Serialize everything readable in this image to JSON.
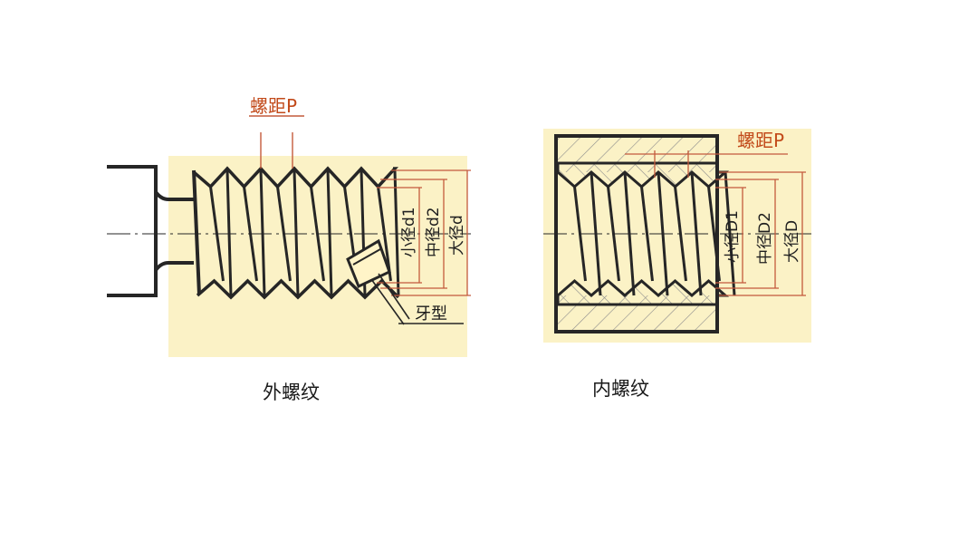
{
  "colors": {
    "background": "#ffffff",
    "panel": "#fbf2c6",
    "outline": "#262626",
    "callout_text": "#c24a1a",
    "dimension_line": "#c45a3c",
    "caption_text": "#1a1a1a",
    "hatch": "#8c8c8c"
  },
  "external_thread": {
    "pitch_label": "螺距P",
    "minor_diameter_label": "小径d1",
    "pitch_diameter_label": "中径d2",
    "major_diameter_label": "大径d",
    "thread_profile_label": "牙型",
    "caption": "外螺纹"
  },
  "internal_thread": {
    "pitch_label": "螺距P",
    "minor_diameter_label": "小径D1",
    "pitch_diameter_label": "中径D2",
    "major_diameter_label": "大径D",
    "caption": "内螺纹"
  }
}
